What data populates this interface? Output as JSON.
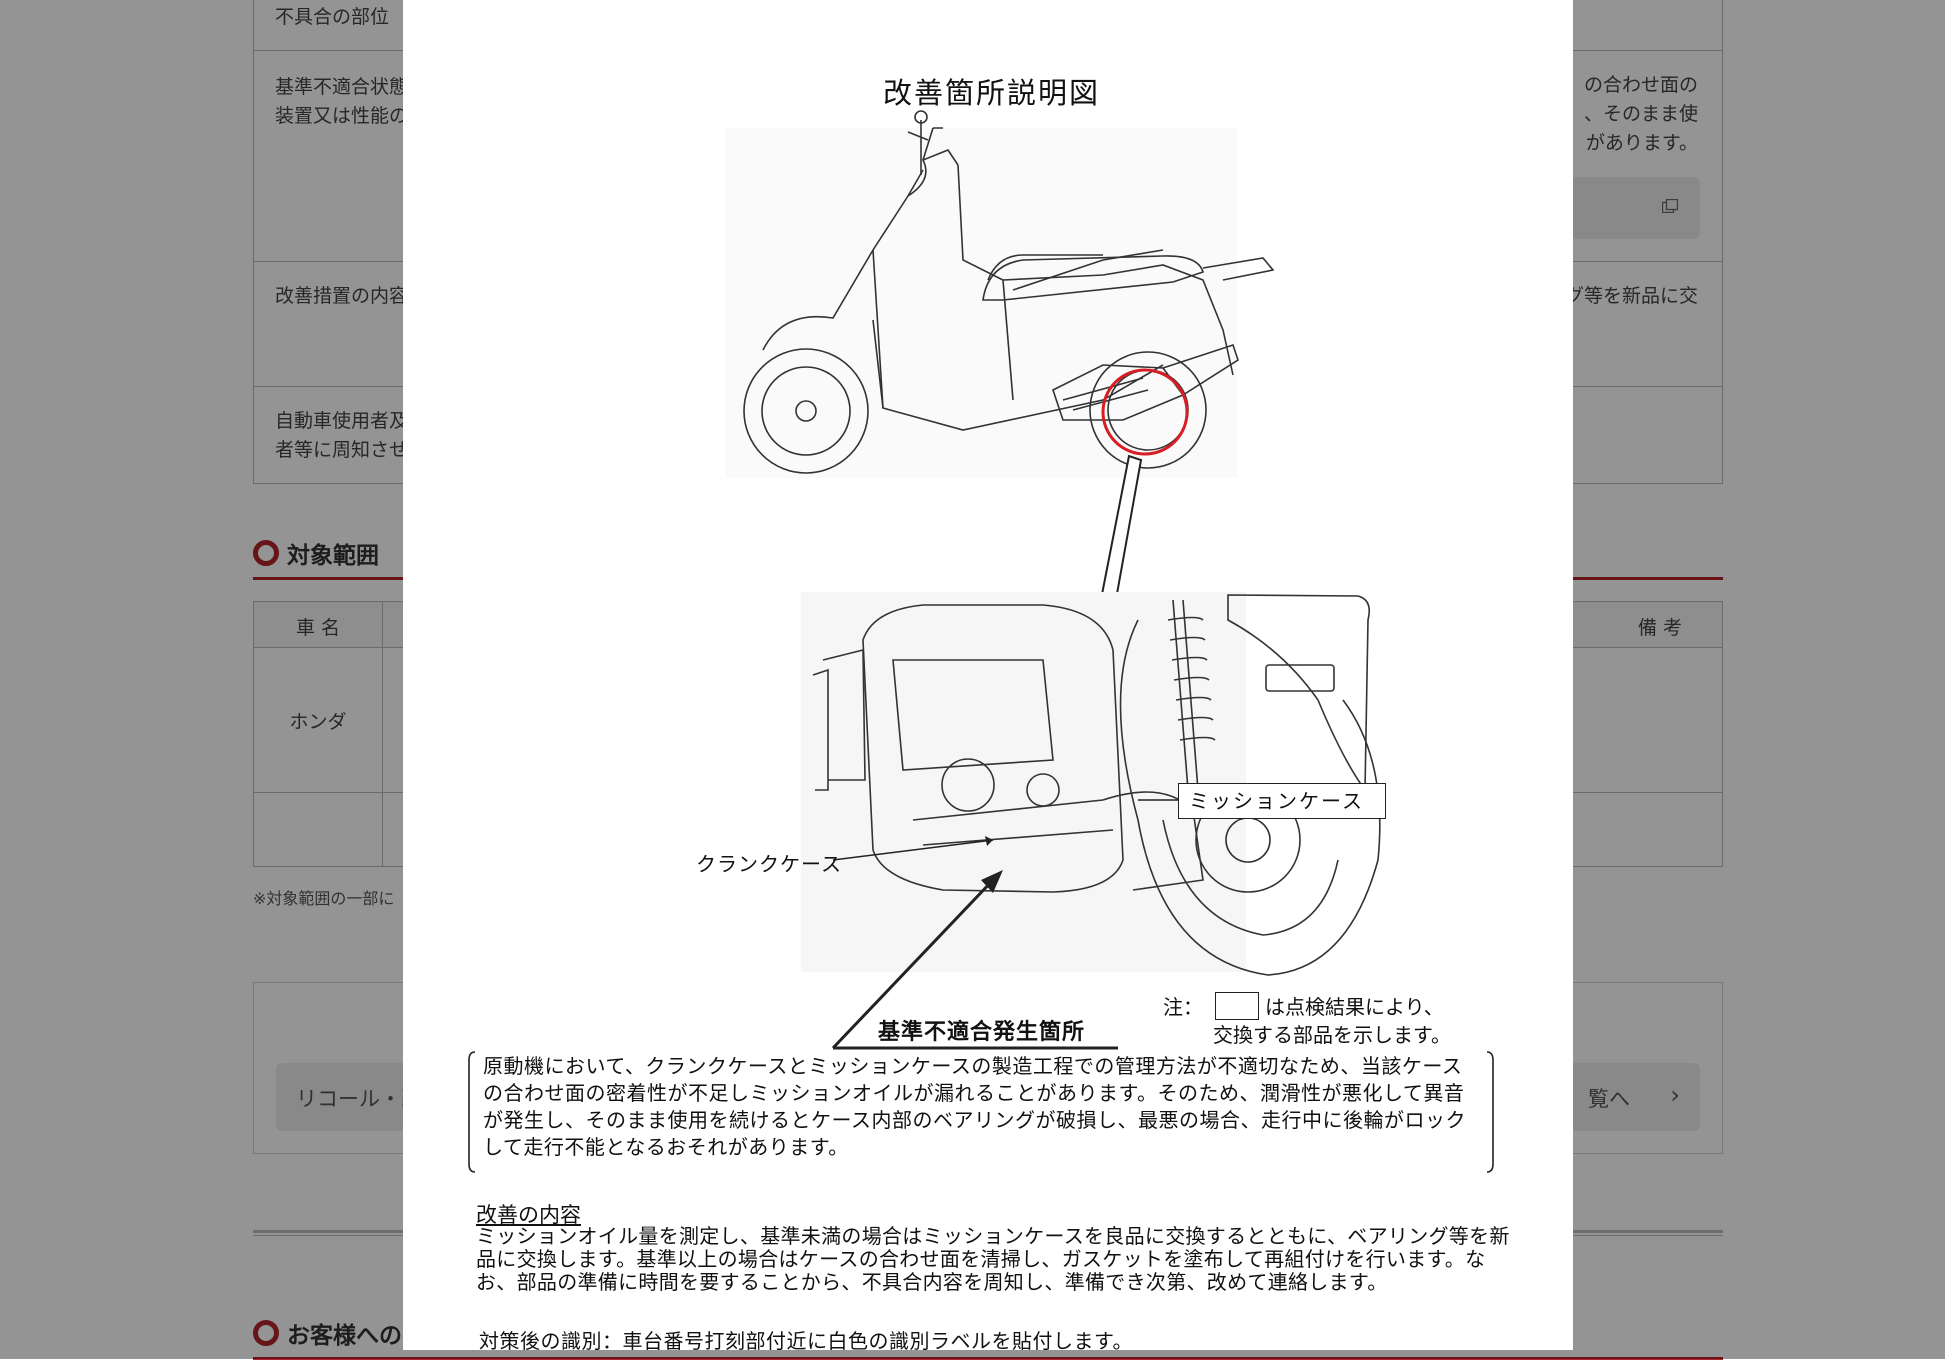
{
  "background": {
    "rows": [
      {
        "label": "不具合の部位",
        "value": ""
      },
      {
        "label": "基準不適合状態にあると認める構造、装置又は性能の状況及びその原因",
        "value": "の合わせ面の\n、そのまま使\nがあります。"
      },
      {
        "label": "改善措置の内容",
        "value": "グ等を新品に交"
      },
      {
        "label": "自動車使用者及び自動車分解整備事業者等に周知させるための措置",
        "value": ""
      }
    ],
    "row_label_visible": [
      "不具合の部位",
      "基準不適合状態\n装置又は性能の",
      "改善措置の内容",
      "自動車使用者及\n者等に周知させ"
    ],
    "section_target": "対象範囲",
    "table_header_name": "車 名",
    "table_header_remarks": "備 考",
    "table_maker": "ホンダ",
    "table_note": "※対象範囲の一部に",
    "nav_button_left": "リコール・改",
    "nav_button_right": "覧へ",
    "nav_chevron": "›",
    "section_customer": "お客様への",
    "accent_color": "#b3252c"
  },
  "modal": {
    "title": "改善箇所説明図",
    "label_mission_case": "ミッションケース",
    "label_crank_case": "クランクケース",
    "note_prefix": "注：",
    "note_line1": "は点検結果により、",
    "note_line2": "交換する部品を示します。",
    "label_ng_location": "基準不適合発生箇所",
    "description": "原動機において、クランクケースとミッションケースの製造工程での管理方法が不適切なため、当該ケースの合わせ面の密着性が不足しミッションオイルが漏れることがあります。そのため、潤滑性が悪化して異音が発生し、そのまま使用を続けるとケース内部のベアリングが破損し、最悪の場合、走行中に後輪がロックして走行不能となるおそれがあります。",
    "fix_heading": "改善の内容",
    "fix_text": "ミッションオイル量を測定し、基準未満の場合はミッションケースを良品に交換するとともに、ベアリング等を新品に交換します。基準以上の場合はケースの合わせ面を清掃し、ガスケットを塗布して再組付けを行います。なお、部品の準備に時間を要することから、不具合内容を周知し、準備でき次第、改めて連絡します。",
    "identification": "対策後の識別：車台番号打刻部付近に白色の識別ラベルを貼付します。"
  }
}
